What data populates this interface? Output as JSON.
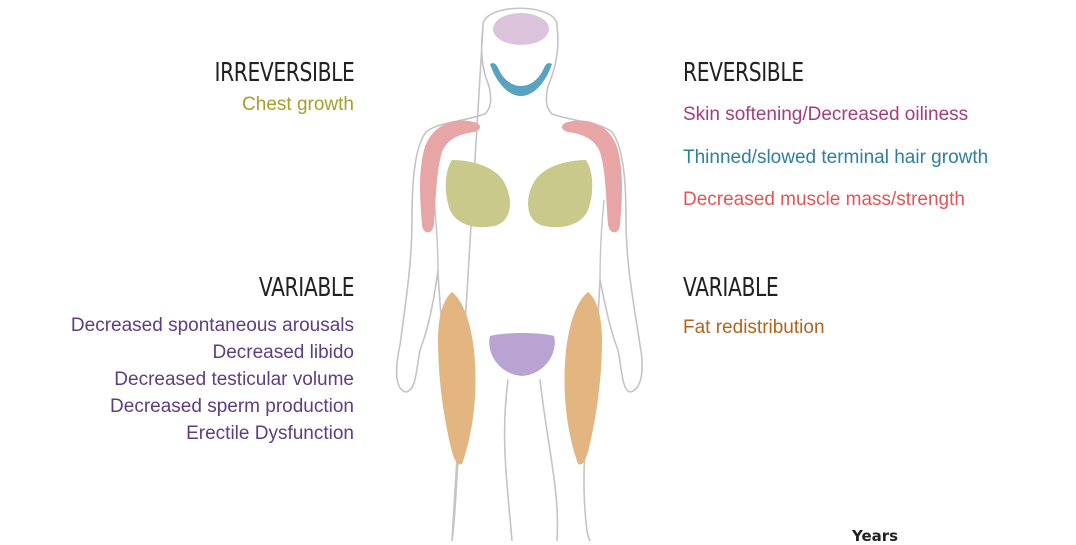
{
  "irreversible": {
    "heading": "IRREVERSIBLE",
    "items": [
      {
        "text": "Chest growth",
        "color": "#a5a027"
      }
    ]
  },
  "reversible": {
    "heading": "REVERSIBLE",
    "items": [
      {
        "text": "Skin softening/Decreased oiliness",
        "color": "#a33d7f"
      },
      {
        "text": "Thinned/slowed terminal hair growth",
        "color": "#2e7f9e"
      },
      {
        "text": "Decreased muscle mass/strength",
        "color": "#e05656"
      }
    ]
  },
  "variable_left": {
    "heading": "VARIABLE",
    "items": [
      {
        "text": "Decreased spontaneous arousals",
        "color": "#5e3d83"
      },
      {
        "text": "Decreased libido",
        "color": "#5e3d83"
      },
      {
        "text": "Decreased testicular volume",
        "color": "#5e3d83"
      },
      {
        "text": "Decreased sperm production",
        "color": "#5e3d83"
      },
      {
        "text": "Erectile Dysfunction",
        "color": "#5e3d83"
      }
    ]
  },
  "variable_right": {
    "heading": "VARIABLE",
    "items": [
      {
        "text": "Fat redistribution",
        "color": "#b0651f"
      }
    ]
  },
  "cut_text": "Years",
  "region_colors": {
    "scalp": "#dcc3dc",
    "jaw": "#5aa3c0",
    "shoulders": "#e8a5a5",
    "chest": "#c8c98a",
    "hips": "#e2b581",
    "groin": "#b9a3d2",
    "outline": "#c4c4c4"
  }
}
